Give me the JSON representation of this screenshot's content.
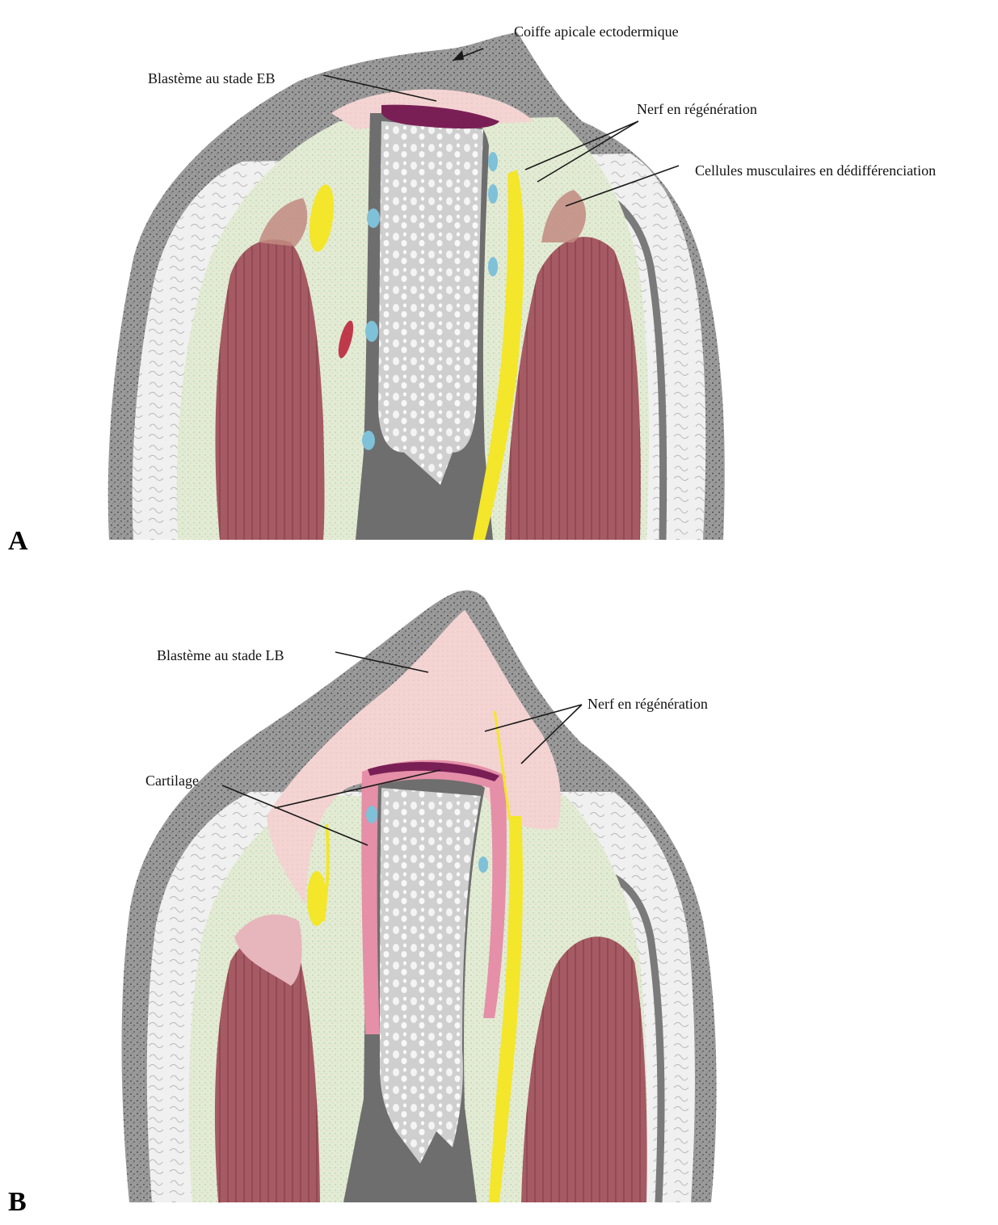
{
  "panels": [
    {
      "letter": "A",
      "labels": {
        "aec": "Coiffe apicale ectodermique",
        "blastema": "Blastème au stade EB",
        "nerve": "Nerf en régénération",
        "muscle": "Cellules musculaires en dédifférenciation"
      }
    },
    {
      "letter": "B",
      "labels": {
        "blastema": "Blastème au stade LB",
        "nerve": "Nerf en régénération",
        "cartilage": "Cartilage"
      }
    }
  ],
  "colors": {
    "epidermis": "#8c8c8c",
    "dermis": "#ececec",
    "mesenchyme": "#dfe8cf",
    "muscle": "#a65a63",
    "bone": "#6e6e6e",
    "marrow": "#d8d8d8",
    "nerve": "#f4e62a",
    "blastema": "#f2cfcf",
    "cartilage": "#e58fa8",
    "wound": "#7a1f55",
    "vessel_blue": "#7ec1d8",
    "vessel_red": "#c0394a"
  }
}
